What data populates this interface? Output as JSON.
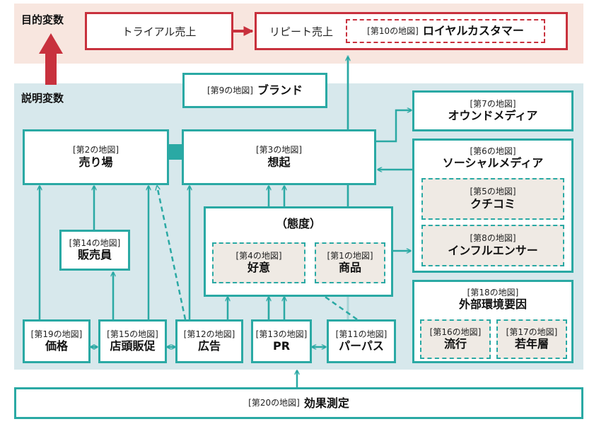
{
  "bands": {
    "objective_label": "目的変数",
    "explanatory_label": "説明変数"
  },
  "objective": {
    "trial": "トライアル売上",
    "repeat": "リピート売上",
    "loyal_tag": "[第10の地図]",
    "loyal_name": "ロイヤルカスタマー"
  },
  "nodes": {
    "brand": {
      "tag": "[第9の地図]",
      "name": "ブランド"
    },
    "owned": {
      "tag": "[第7の地図]",
      "name": "オウンドメディア"
    },
    "store": {
      "tag": "[第2の地図]",
      "name": "売り場"
    },
    "recall": {
      "tag": "[第3の地図]",
      "name": "想起"
    },
    "social": {
      "tag": "[第6の地図]",
      "name": "ソーシャルメディア"
    },
    "kuchikomi": {
      "tag": "[第5の地図]",
      "name": "クチコミ"
    },
    "influencer": {
      "tag": "[第8の地図]",
      "name": "インフルエンサー"
    },
    "attitude": {
      "name": "（態度）"
    },
    "favor": {
      "tag": "[第4の地図]",
      "name": "好意"
    },
    "product": {
      "tag": "[第1の地図]",
      "name": "商品"
    },
    "sales_staff": {
      "tag": "[第14の地図]",
      "name": "販売員"
    },
    "external": {
      "tag": "[第18の地図]",
      "name": "外部環境要因"
    },
    "trend": {
      "tag": "[第16の地図]",
      "name": "流行"
    },
    "youth": {
      "tag": "[第17の地図]",
      "name": "若年層"
    },
    "price": {
      "tag": "[第19の地図]",
      "name": "価格"
    },
    "promo": {
      "tag": "[第15の地図]",
      "name": "店頭販促"
    },
    "ad": {
      "tag": "[第12の地図]",
      "name": "広告"
    },
    "pr": {
      "tag": "[第13の地図]",
      "name": "PR"
    },
    "purpose": {
      "tag": "[第11の地図]",
      "name": "パーパス"
    },
    "measure": {
      "tag": "[第20の地図]",
      "name": "効果測定"
    }
  },
  "colors": {
    "teal": "#2aa9a4",
    "red": "#c8313d",
    "light_teal_line": "#a9d4d6",
    "band_top": "#f8e6df",
    "band_mid": "#d7e8ec"
  }
}
